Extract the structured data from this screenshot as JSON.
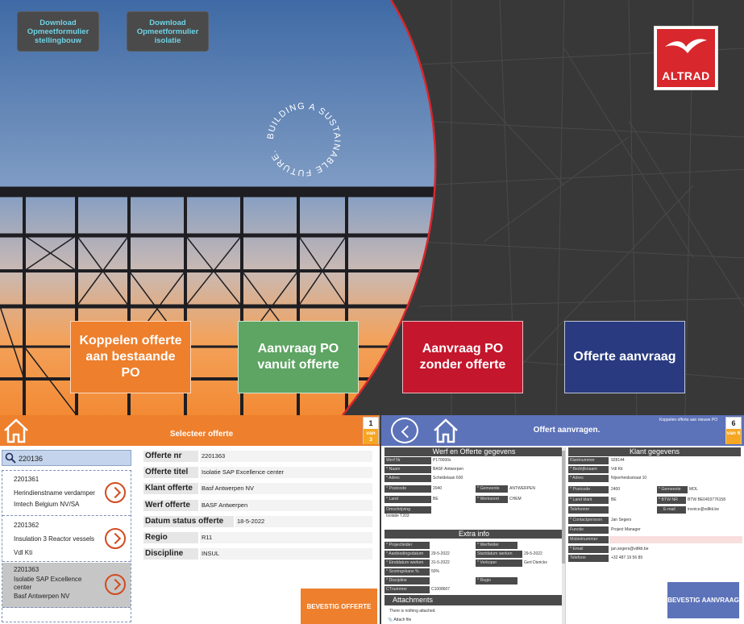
{
  "hero": {
    "download_stellingbouw": "Download Opmeetformulier stellingbouw",
    "download_isolatie": "Download Opmeetformulier isolatie",
    "slogan": "BUILDING A SUSTAINABLE FUTURE.",
    "logo_text": "ALTRAD",
    "tiles": {
      "koppelen": "Koppelen offerte aan bestaande PO",
      "aanvraag_po": "Aanvraag PO vanuit offerte",
      "zonder": "Aanvraag PO zonder offerte",
      "offerte": "Offerte aanvraag"
    },
    "colors": {
      "orange": "#ee7f2c",
      "green": "#5ea463",
      "red": "#c4162c",
      "navy": "#293a80",
      "logo_red": "#d8272d"
    }
  },
  "select_offerte": {
    "title": "Selecteer offerte",
    "counter": {
      "num": "1",
      "van": "van",
      "total": "3"
    },
    "search_value": "220136",
    "items": [
      {
        "nr": "2201361",
        "line1": "Herindienstname verdamper",
        "line2": "Imtech Belgium NV/SA",
        "line3": ""
      },
      {
        "nr": "2201362",
        "line1": "Insulation 3 Reactor vessels",
        "line2": "Vdl Kti",
        "line3": ""
      },
      {
        "nr": "2201363",
        "line1": "Isolatie SAP Excellence",
        "line2": "center",
        "line3": "Basf Antwerpen NV"
      }
    ],
    "fields": {
      "offerte_nr": {
        "label": "Offerte nr",
        "value": "2201363"
      },
      "offerte_titel": {
        "label": "Offerte titel",
        "value": "Isolatie SAP Excellence center"
      },
      "klant_offerte": {
        "label": "Klant offerte",
        "value": "Basf Antwerpen NV"
      },
      "werf_offerte": {
        "label": "Werf offerte",
        "value": "BASF Antwerpen"
      },
      "datum_status": {
        "label": "Datum status offerte",
        "value": "18-5-2022"
      },
      "regio": {
        "label": "Regio",
        "value": "R11"
      },
      "discipline": {
        "label": "Discipline",
        "value": "INSUL"
      }
    },
    "confirm_label": "BEVESTIG OFFERTE"
  },
  "offert_aanvragen": {
    "title": "Offert aanvragen.",
    "subtitle": "Koppelen offerte aan nieuwe PO",
    "counter": {
      "num": "6",
      "van": "van",
      "total": "6"
    },
    "werf_header": "Werf en Offerte gegevens",
    "werf": {
      "werf_nr": {
        "label": "Werf Nr",
        "value": "P170000s"
      },
      "naam": {
        "label": "* Naam",
        "value": "BASF Antwerpen"
      },
      "adres": {
        "label": "* Adres",
        "value": "Scheldelaan 600"
      },
      "postcode": {
        "label": "* Postcode",
        "value": "2040"
      },
      "gemeente": {
        "label": "* Gemeente",
        "value": "ANTWERPEN"
      },
      "land": {
        "label": "* Land",
        "value": "BE"
      },
      "werksoort": {
        "label": "* Werksoort",
        "value": "CHEM"
      },
      "omschrijving": {
        "label": "Omschrijving",
        "value": "Isolatie T203"
      }
    },
    "extra_header": "Extra info",
    "extra": {
      "projectleider": {
        "label": "* Projectleider",
        "value": ""
      },
      "werfleider": {
        "label": "* Werfleider",
        "value": ""
      },
      "aanbiedingsdatum": {
        "label": "* Aanbiedingsdatum",
        "value": "29-5-2022"
      },
      "startdatum": {
        "label": "Startdatum werken",
        "value": "29-5-2022"
      },
      "einddatum": {
        "label": "* Einddatum werken",
        "value": "31-5-2022"
      },
      "verkoper": {
        "label": "* Verkoper",
        "value": "Gert Dierickx"
      },
      "scoringskans": {
        "label": "* Scoringskans %",
        "value": "50%"
      },
      "discipline": {
        "label": "* Discipline",
        "value": ""
      },
      "regio": {
        "label": "* Regio",
        "value": ""
      },
      "ctnummer": {
        "label": "CTnummer",
        "value": "C1008607"
      }
    },
    "attachments_header": "Attachments",
    "attachments_empty": "There is nothing attached.",
    "attach_file": "Attach file",
    "klant_header": "Klant gegevens",
    "klant": {
      "klantnummer": {
        "label": "Klantnummer",
        "value": "928144"
      },
      "bedrijfsnaam": {
        "label": "* Bedrijfsnaam",
        "value": "Vdl Kti"
      },
      "adres": {
        "label": "* Adres",
        "value": "Nijverheidsstraat 10"
      },
      "postcode": {
        "label": "* Postcode",
        "value": "2400"
      },
      "gemeente": {
        "label": "* Gemeente",
        "value": "MOL"
      },
      "land": {
        "label": "* Land klant",
        "value": "BE"
      },
      "btw": {
        "label": "* BTW NR",
        "value": "BTW BE0403776158"
      },
      "telefoon": {
        "label": "Telefoonnr",
        "value": ""
      },
      "email_klant": {
        "label": "E-mail",
        "value": "invoice@vdlkti.be"
      },
      "contactpersoon": {
        "label": "* Contactpersoon",
        "value": "Jan Segers"
      },
      "functie": {
        "label": "Functie",
        "value": "Project Manager"
      },
      "mobiel": {
        "label": "Mobielnummer",
        "value": ""
      },
      "email": {
        "label": "* Email",
        "value": "jan.segers@vdlkti.be"
      },
      "telefoon2": {
        "label": "Telefoon",
        "value": "+32 487 19 56 89"
      }
    },
    "confirm_label": "BEVESTIG AANVRAAG"
  }
}
